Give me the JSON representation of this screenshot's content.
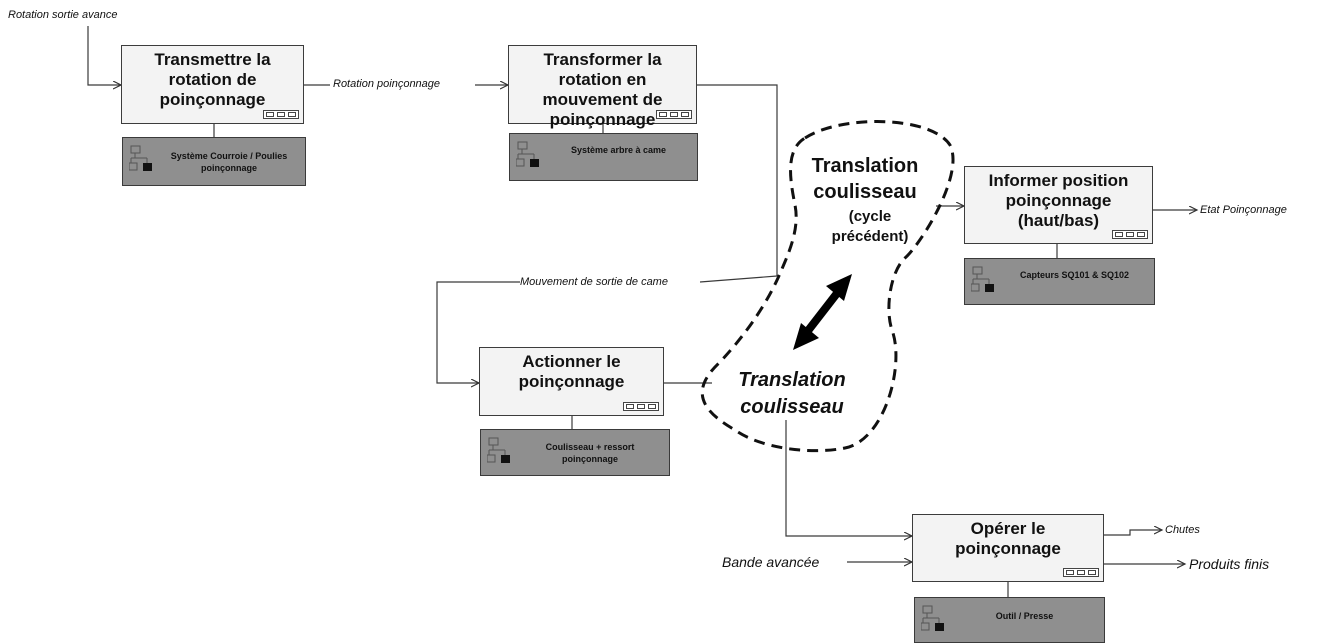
{
  "functions": [
    {
      "id": "f1",
      "title": "Transmettre la rotation de poinçonnage"
    },
    {
      "id": "f2",
      "title": "Transformer la rotation en mouvement de poinçonnage"
    },
    {
      "id": "f3",
      "title": "Informer position poinçonnage (haut/bas)"
    },
    {
      "id": "f4",
      "title": "Actionner le poinçonnage"
    },
    {
      "id": "f5",
      "title": "Opérer le poinçonnage"
    }
  ],
  "mechanisms": [
    {
      "id": "m1",
      "label": "Système Courroie / Poulies poinçonnage"
    },
    {
      "id": "m2",
      "label": "Système arbre à came"
    },
    {
      "id": "m3",
      "label": "Capteurs SQ101 & SQ102"
    },
    {
      "id": "m4",
      "label": "Coulisseau + ressort poinçonnage"
    },
    {
      "id": "m5",
      "label": "Outil / Presse"
    }
  ],
  "flows": {
    "rotation_sortie_avance": "Rotation sortie avance",
    "rotation_poinconnage": "Rotation poinçonnage",
    "mouvement_sortie_came": "Mouvement de sortie de came",
    "etat_poinconnage": "Etat Poinçonnage",
    "bande_avancee": "Bande avancée",
    "chutes": "Chutes",
    "produits_finis": "Produits finis"
  },
  "cloud": {
    "title_line1": "Translation",
    "title_line2": "coulisseau",
    "sub_line1": "(cycle",
    "sub_line2": "précédent)",
    "bottom_line1": "Translation",
    "bottom_line2": "coulisseau"
  },
  "colors": {
    "function_fill": "#f3f3f3",
    "mechanism_fill": "#8f8f8f",
    "line": "#3c3c3c"
  }
}
